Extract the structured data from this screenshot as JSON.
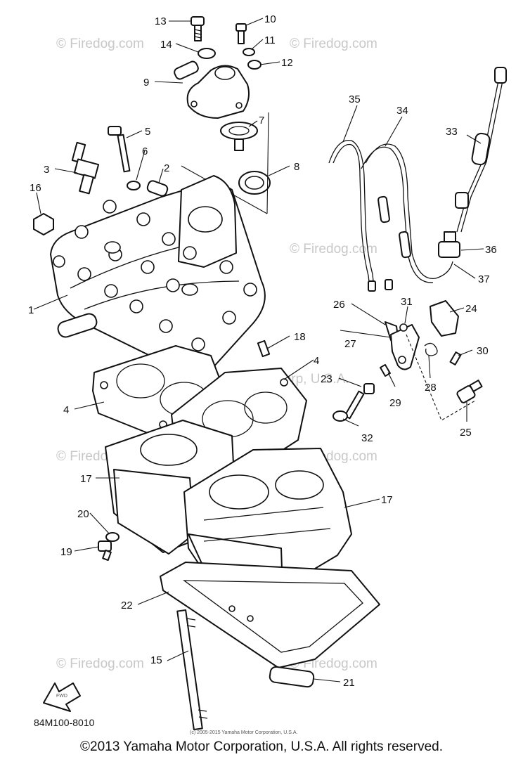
{
  "watermark_text": "© Firedog.com",
  "watermark_partial": "Corp, U.S.A.",
  "part_numbers": [
    "1",
    "2",
    "3",
    "4",
    "4",
    "5",
    "6",
    "7",
    "8",
    "9",
    "10",
    "11",
    "12",
    "13",
    "14",
    "15",
    "16",
    "17",
    "17",
    "18",
    "19",
    "20",
    "21",
    "22",
    "23",
    "24",
    "25",
    "26",
    "27",
    "28",
    "29",
    "30",
    "31",
    "32",
    "33",
    "34",
    "35",
    "36",
    "37"
  ],
  "diagram_code": "84M100-8010",
  "small_copyright": "(c) 2005-2015 Yamaha Motor Corporation, U.S.A.",
  "fwd_label": "FWD",
  "footer_text": "©2013 Yamaha Motor Corporation, U.S.A. All rights reserved."
}
